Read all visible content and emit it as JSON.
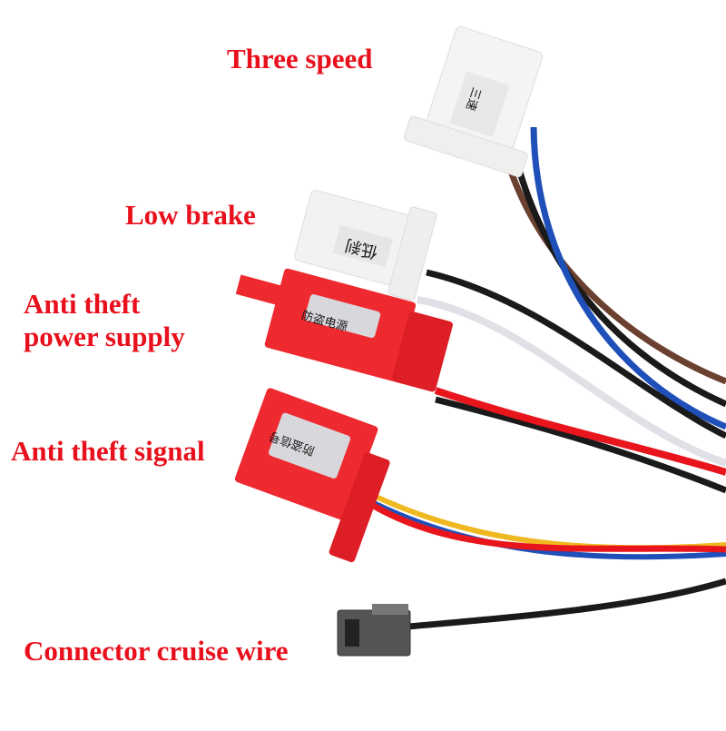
{
  "image": {
    "description": "Product photo of an e-bike controller wiring harness with labeled connectors",
    "background": "#ffffff",
    "label_color": "#e8101c"
  },
  "labels": {
    "three_speed": "Three speed",
    "low_brake": "Low brake",
    "anti_theft_power_line1": "Anti theft",
    "anti_theft_power_line2": "power supply",
    "anti_theft_signal": "Anti theft signal",
    "connector_cruise": "Connector cruise wire"
  },
  "connectors": {
    "three_speed": {
      "tag": "三速",
      "color": "#f4f4f2",
      "wires": [
        "#6b4030",
        "#1a1a1a",
        "#1f4fb8"
      ]
    },
    "low_brake": {
      "tag": "低刹",
      "color": "#f2f2f0",
      "wires": [
        "#1a1a1a",
        "#e6e6ea"
      ]
    },
    "anti_theft_power": {
      "tag": "防盗电源",
      "color": "#ee2a30",
      "wires": [
        "#e8161c",
        "#1a1a1a"
      ]
    },
    "anti_theft_signal": {
      "tag": "防盗信号",
      "color": "#ee2a30",
      "wires": [
        "#1f4fb8",
        "#f0b820",
        "#e8161c"
      ]
    },
    "cruise": {
      "color": "#555555",
      "wires": [
        "#1a1a1a"
      ]
    }
  }
}
